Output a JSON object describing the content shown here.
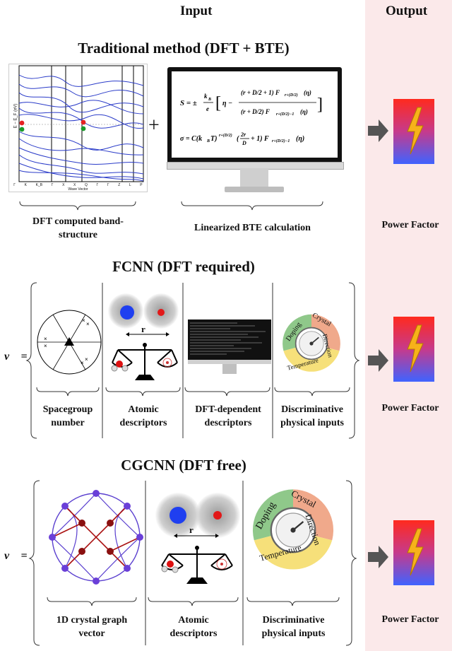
{
  "headers": {
    "input": "Input",
    "output": "Output"
  },
  "sections": {
    "traditional": {
      "title": "Traditional method (DFT + BTE)",
      "caption_left": "DFT computed band-structure",
      "caption_left_l1": "DFT computed band-",
      "caption_left_l2": "structure",
      "caption_right": "Linearized BTE calculation",
      "plus": "+",
      "band_ylabel": "E − E_F (eV)",
      "band_xlabel": "Wave Vector",
      "band_kpoints": [
        "Γ",
        "K",
        "K_B",
        "Γ",
        "X",
        "X",
        "Q",
        "Γ",
        "Γ",
        "Z",
        "L",
        "P"
      ]
    },
    "fcnn": {
      "title": "FCNN (DFT required)",
      "vector_symbol": "v⃗ =",
      "captions": [
        [
          "Spacegroup",
          "number"
        ],
        [
          "Atomic",
          "descriptors"
        ],
        [
          "DFT-dependent",
          "descriptors"
        ],
        [
          "Discriminative",
          "physical inputs"
        ]
      ],
      "r_label": "r",
      "gauge_labels": {
        "doping": "Doping",
        "crystal": "Crystal",
        "direction": "Direction",
        "temperature": "Temperature"
      }
    },
    "cgcnn": {
      "title": "CGCNN (DFT free)",
      "vector_symbol": "v⃗ =",
      "captions": [
        [
          "1D crystal graph",
          "vector"
        ],
        [
          "Atomic",
          "descriptors"
        ],
        [
          "Discriminative",
          "physical inputs"
        ]
      ],
      "r_label": "r",
      "gauge_labels": {
        "doping": "Doping",
        "crystal": "Crystal",
        "direction": "Direction",
        "temperature": "Temperature"
      }
    }
  },
  "output": {
    "label": "Power Factor"
  },
  "colors": {
    "output_bg": "#fbe9ea",
    "arrow": "#555555",
    "gradient_top": "#ff2a1e",
    "gradient_bottom": "#3f63ff",
    "bolt": "#f7b21a"
  }
}
